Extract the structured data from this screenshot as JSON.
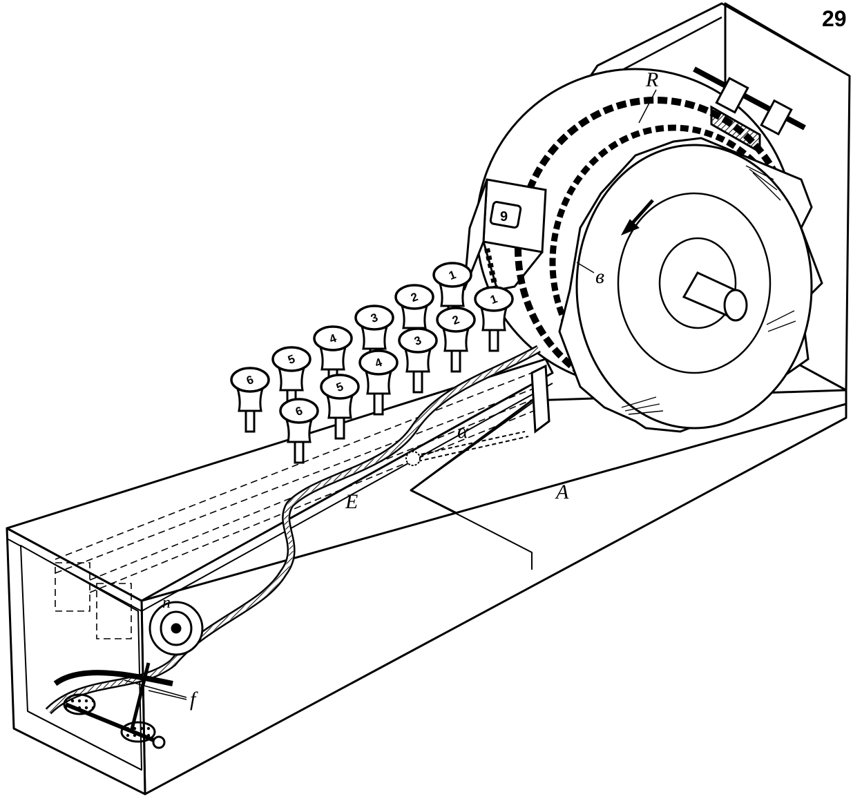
{
  "figure_number": "29",
  "labels": {
    "R": "R",
    "b": "в",
    "a": "α",
    "A": "A",
    "E": "E",
    "n": "n",
    "f": "f"
  },
  "window_digit": "9",
  "keys_back_row": [
    "6",
    "5",
    "4",
    "3",
    "2",
    "1"
  ],
  "keys_front_row": [
    "6",
    "5",
    "4",
    "3",
    "2",
    "1"
  ],
  "colors": {
    "ink": "#000000",
    "paper": "#ffffff"
  }
}
